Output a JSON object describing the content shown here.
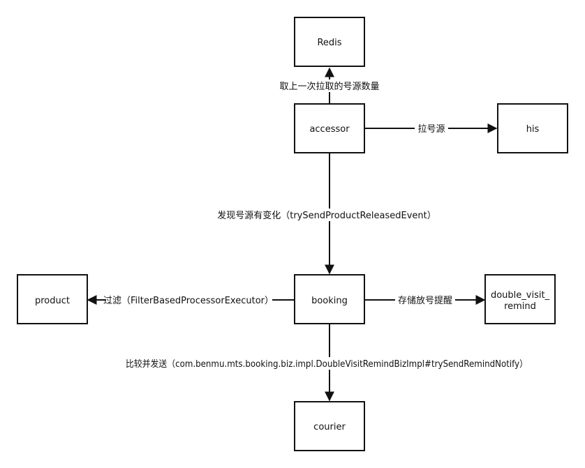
{
  "nodes": {
    "redis": "Redis",
    "accessor": "accessor",
    "his": "his",
    "product": "product",
    "booking": "booking",
    "double_visit_remind_line1": "double_visit_",
    "double_visit_remind_line2": "remind",
    "courier": "courier"
  },
  "edges": {
    "accessor_to_redis": "取上一次拉取的号源数量",
    "accessor_to_his": "拉号源",
    "accessor_to_booking": "发现号源有变化（trySendProductReleasedEvent）",
    "booking_to_product": "过滤（FilterBasedProcessorExecutor）",
    "booking_to_double_visit_remind": "存储放号提醒",
    "booking_to_courier": "比较并发送（com.benmu.mts.booking.biz.impl.DoubleVisitRemindBizImpl#trySendRemindNotify）"
  },
  "colors": {
    "stroke": "#111111",
    "background": "#ffffff"
  }
}
